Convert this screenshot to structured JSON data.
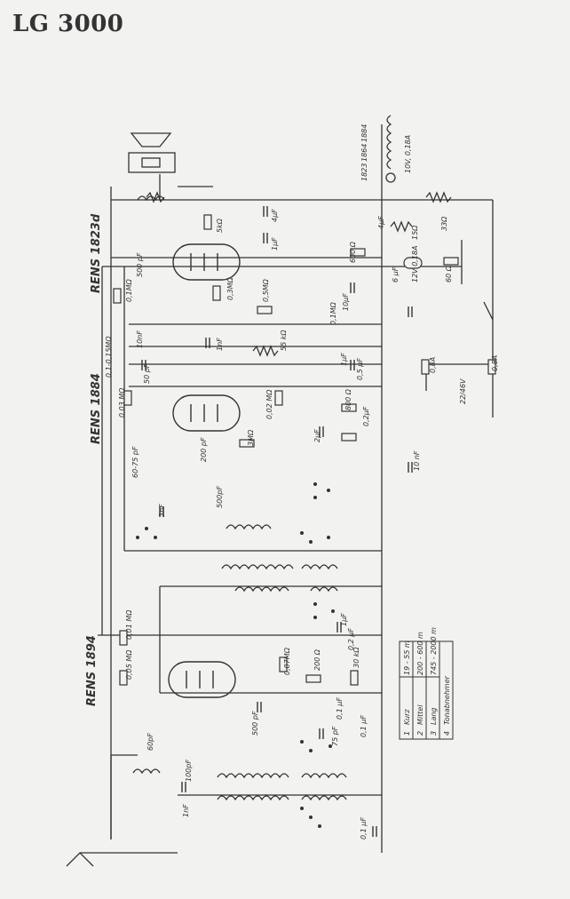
{
  "title": "LG 3000",
  "tubes": [
    "RENS 1823d",
    "RENS 1884",
    "RENS 1894"
  ],
  "bands": [
    {
      "n": "1",
      "name": "Kurz",
      "range": "19 - 55 m"
    },
    {
      "n": "2",
      "name": "Mittel",
      "range": "200 - 600 m"
    },
    {
      "n": "3",
      "name": "Lang",
      "range": "745 - 2000 m"
    },
    {
      "n": "4",
      "name": "Tonabnehmer",
      "range": ""
    }
  ],
  "components": {
    "r_5k": "5kΩ",
    "c_4uF": "4μF",
    "c_1uF": "1μF",
    "r_600": "600 Ω",
    "c_6uF": "6 μF",
    "pilot": "12V 0,18A",
    "r_15": "15Ω",
    "c_4uF_b": "4μF",
    "r_33": "33Ω",
    "r_60": "60 Ω",
    "r_bulb": "10V, 0,18A",
    "c_500": "500 pF",
    "r_03M": "0,3MΩ",
    "r_05M": "0,5MΩ",
    "c_10uF": "10μF",
    "r_01M": "0,1MΩ",
    "c_1nF": "1nF",
    "c_50pF": "50 pF",
    "r_55k": "55 kΩ",
    "r_01M_b": "0,1MΩ",
    "r_015M": "0,1-0,15MΩ",
    "c_1uF_b": "1μF",
    "c_05uF": "0,5 μF",
    "r_08A": "0,8A",
    "c_10nF": "10 nF",
    "r_003": "0,03 MΩ",
    "r_002": "0,02 MΩ",
    "r_800": "800 Ω",
    "c_2uF": "2μF",
    "c_02uF": "0,2μF",
    "r_3M": "3MΩ",
    "c_200": "200 pF",
    "c_6075": "60-75 pF",
    "c_500b": "500pF",
    "c_3nF": "3nF",
    "c_10nF_b": "10nF",
    "fuse": "0,8A",
    "v_220": "22/46V",
    "r_001": "0,01 MΩ",
    "r_005": "0,05 MΩ",
    "r_007": "0,07MΩ",
    "r_200": "200 Ω",
    "r_30k": "30 kΩ",
    "c_1uF_c": "1μF",
    "c_02uF_b": "0,2 μF",
    "c_01uF": "0,1 μF",
    "c_500c": "500 pF",
    "c_75": "75 pF",
    "c_60": "60pF",
    "c_100": "100pF",
    "c_1nF_b": "1nF",
    "c_01uF_b": "0,1 μF",
    "c_01uF_c": "0,1 μF",
    "taps": [
      "1884",
      "1864",
      "1823"
    ]
  }
}
